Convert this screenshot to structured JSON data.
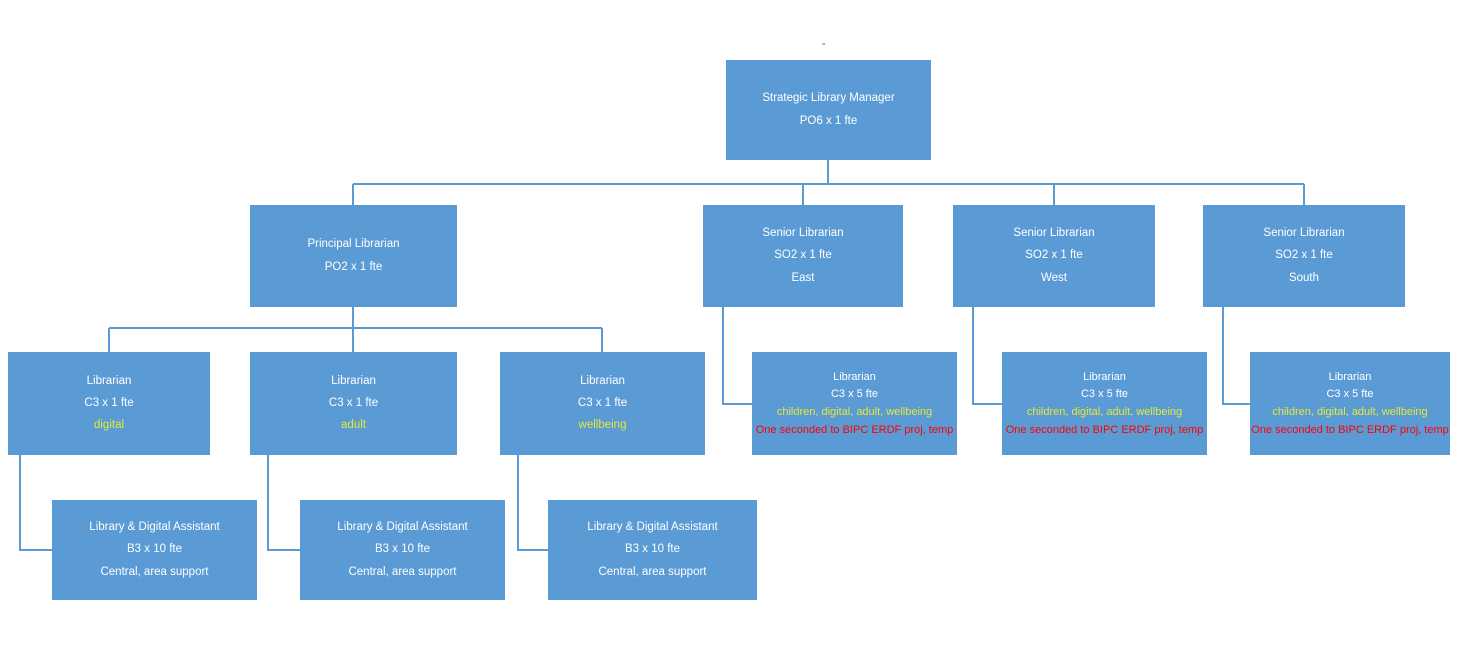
{
  "page": {
    "stray_mark": "-"
  },
  "colors": {
    "box_fill": "#5b9bd5",
    "box_text": "#ffffff",
    "specialism_text": "#e4e837",
    "note_text": "#ff0000",
    "connector": "#5b9bd5",
    "background": "#ffffff"
  },
  "nodes": {
    "strategic_manager": {
      "title": "Strategic Library Manager",
      "grade": "PO6 x 1 fte"
    },
    "principal_librarian": {
      "title": "Principal Librarian",
      "grade": "PO2 x 1 fte"
    },
    "senior_librarian_east": {
      "title": "Senior Librarian",
      "grade": "SO2 x 1 fte",
      "area": "East"
    },
    "senior_librarian_west": {
      "title": "Senior Librarian",
      "grade": "SO2 x 1 fte",
      "area": "West"
    },
    "senior_librarian_south": {
      "title": "Senior Librarian",
      "grade": "SO2 x 1 fte",
      "area": "South"
    },
    "librarian_digital": {
      "title": "Librarian",
      "grade": "C3 x 1 fte",
      "specialism": "digital"
    },
    "librarian_adult": {
      "title": "Librarian",
      "grade": "C3 x 1 fte",
      "specialism": "adult"
    },
    "librarian_wellbeing": {
      "title": "Librarian",
      "grade": "C3 x 1 fte",
      "specialism": "wellbeing"
    },
    "librarian_team_east": {
      "title": "Librarian",
      "grade": "C3 x 5 fte",
      "specialism": "children, digital, adult, wellbeing",
      "note": "One seconded to BIPC ERDF proj, temp"
    },
    "librarian_team_west": {
      "title": "Librarian",
      "grade": "C3 x 5 fte",
      "specialism": "children, digital, adult, wellbeing",
      "note": "One seconded to BIPC ERDF proj, temp"
    },
    "librarian_team_south": {
      "title": "Librarian",
      "grade": "C3 x 5 fte",
      "specialism": "children, digital, adult, wellbeing",
      "note": "One seconded to BIPC ERDF proj, temp"
    },
    "assistant_digital": {
      "title": "Library & Digital Assistant",
      "grade": "B3 x 10 fte",
      "detail": "Central, area support"
    },
    "assistant_adult": {
      "title": "Library & Digital Assistant",
      "grade": "B3 x 10 fte",
      "detail": "Central, area support"
    },
    "assistant_wellbeing": {
      "title": "Library & Digital Assistant",
      "grade": "B3 x 10 fte",
      "detail": "Central, area support"
    }
  }
}
